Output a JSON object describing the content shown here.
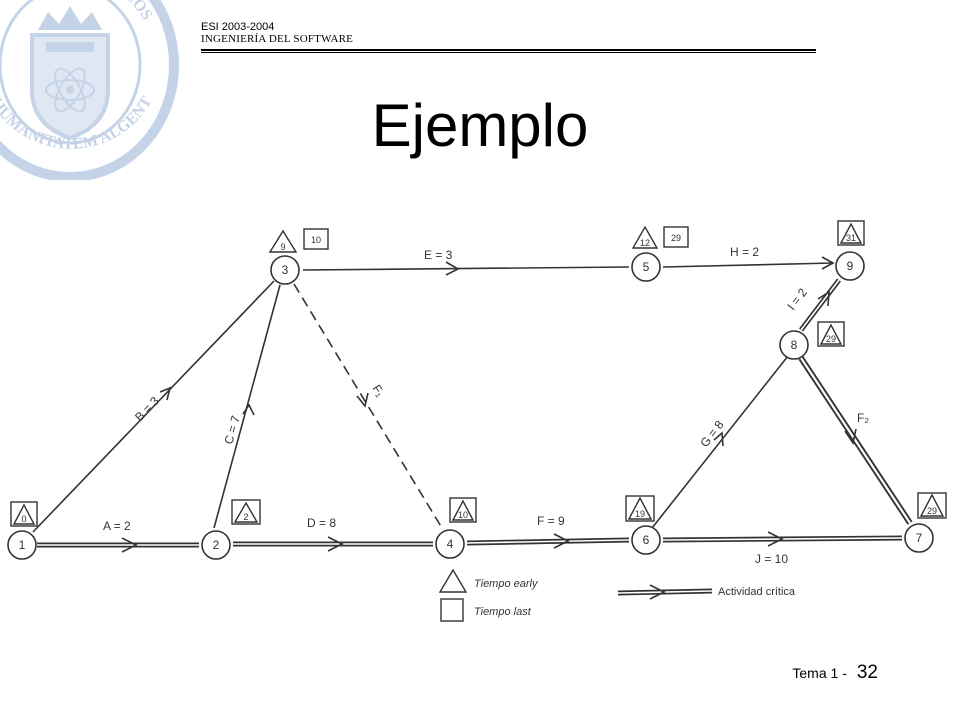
{
  "header": {
    "course": "ESI 2003-2004",
    "subject": "INGENIERÍA DEL SOFTWARE"
  },
  "seal": {
    "top_text": "MATICOS",
    "bottom_text": "HUMANITATEM ALGENT"
  },
  "title": "Ejemplo",
  "colors": {
    "seal": "#c5d3e8",
    "ink": "#333333"
  },
  "diagram": {
    "nodes": [
      {
        "id": "1",
        "early": "0",
        "late": ""
      },
      {
        "id": "2",
        "early": "",
        "late": "2"
      },
      {
        "id": "3",
        "early": "9",
        "late": "10"
      },
      {
        "id": "4",
        "early": "",
        "late": "10"
      },
      {
        "id": "5",
        "early": "12",
        "late": "29"
      },
      {
        "id": "6",
        "early": "",
        "late": "19"
      },
      {
        "id": "7",
        "early": "",
        "late": "29"
      },
      {
        "id": "8",
        "early": "",
        "late": "29"
      },
      {
        "id": "9",
        "early": "",
        "late": "31"
      }
    ],
    "activities": [
      {
        "label": "A = 2",
        "from": "1",
        "to": "2"
      },
      {
        "label": "B = 3",
        "from": "1",
        "to": "3"
      },
      {
        "label": "C = 7",
        "from": "2",
        "to": "3"
      },
      {
        "label": "D = 8",
        "from": "2",
        "to": "4"
      },
      {
        "label": "E = 3",
        "from": "3",
        "to": "5"
      },
      {
        "label": "F₁",
        "from": "3",
        "to": "4"
      },
      {
        "label": "F = 9",
        "from": "4",
        "to": "6"
      },
      {
        "label": "G = 8",
        "from": "6",
        "to": "8"
      },
      {
        "label": "H = 2",
        "from": "5",
        "to": "9"
      },
      {
        "label": "I = 2",
        "from": "8",
        "to": "9"
      },
      {
        "label": "J = 10",
        "from": "6",
        "to": "7"
      },
      {
        "label": "F₂",
        "from": "8",
        "to": "7"
      }
    ],
    "legend": {
      "early": "Tiempo early",
      "late": "Tiempo last",
      "critical": "Actividad crítica"
    }
  },
  "footer": {
    "label": "Tema 1 -",
    "page": "32"
  }
}
